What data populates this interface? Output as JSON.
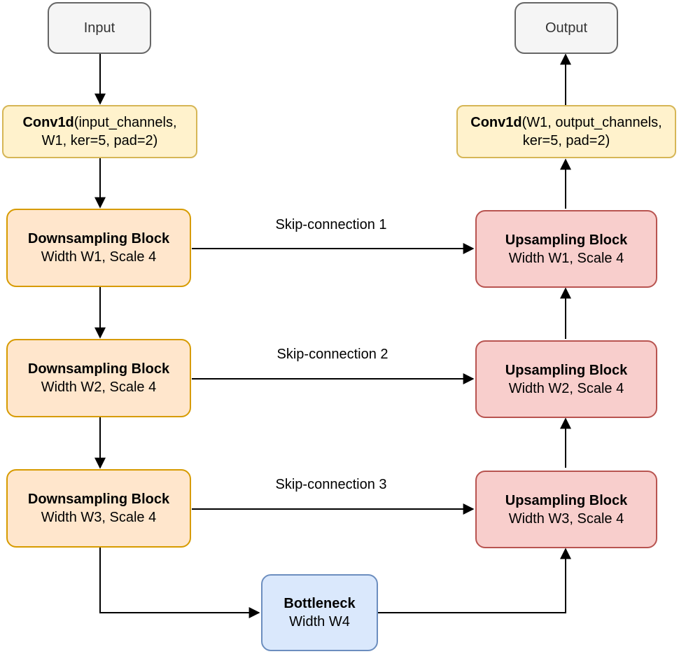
{
  "nodes": {
    "input": {
      "label": "Input"
    },
    "output": {
      "label": "Output"
    },
    "conv_in": {
      "bold": "Conv1d",
      "rest1": "(input_channels,",
      "line2": "W1, ker=5, pad=2)"
    },
    "conv_out": {
      "bold": "Conv1d",
      "rest1": "(W1, output_channels,",
      "line2": "ker=5, pad=2)"
    },
    "down1": {
      "title": "Downsampling Block",
      "sub": "Width W1, Scale 4"
    },
    "down2": {
      "title": "Downsampling Block",
      "sub": "Width W2, Scale 4"
    },
    "down3": {
      "title": "Downsampling Block",
      "sub": "Width W3, Scale 4"
    },
    "up1": {
      "title": "Upsampling Block",
      "sub": "Width W1, Scale 4"
    },
    "up2": {
      "title": "Upsampling Block",
      "sub": "Width W2, Scale 4"
    },
    "up3": {
      "title": "Upsampling Block",
      "sub": "Width W3, Scale 4"
    },
    "bottleneck": {
      "title": "Bottleneck",
      "sub": "Width W4"
    }
  },
  "edges": {
    "skip1": "Skip-connection 1",
    "skip2": "Skip-connection 2",
    "skip3": "Skip-connection 3"
  },
  "colors": {
    "io_fill": "#f5f5f5",
    "io_stroke": "#666666",
    "conv_fill": "#fff2cc",
    "conv_stroke": "#d6b656",
    "down_fill": "#ffe6cc",
    "down_stroke": "#d79b00",
    "up_fill": "#f8cecc",
    "up_stroke": "#b85450",
    "bottleneck_fill": "#dae8fc",
    "bottleneck_stroke": "#6c8ebf"
  }
}
